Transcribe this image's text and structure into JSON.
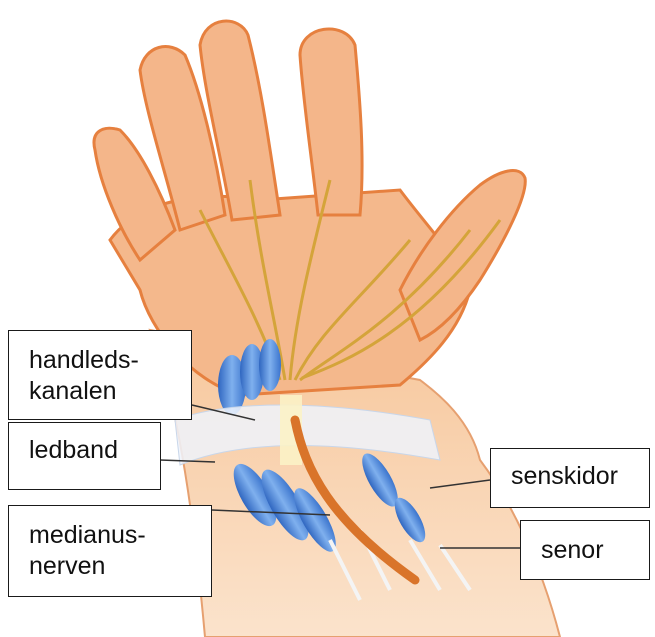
{
  "labels": {
    "carpal_tunnel": {
      "line1": "handleds-",
      "line2": "kanalen"
    },
    "ligament": "ledband",
    "median_nerve": {
      "line1": "medianus-",
      "line2": "nerven"
    },
    "tendon_sheaths": "senskidor",
    "tendons": "senor"
  },
  "colors": {
    "skin": "#f6c49a",
    "skin_outline": "#e6803f",
    "nerve": "#d4a43a",
    "tendon_sheath": "#4f86d6",
    "median_nerve": "#d9742a",
    "leader_line": "#333333"
  }
}
